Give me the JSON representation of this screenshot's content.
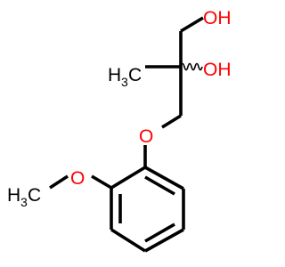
{
  "molecule": {
    "atoms": {
      "oh_top": "OH",
      "oh_mid": "OH",
      "ether_o": "O",
      "methoxy_o": "O",
      "methyl_top_h": "H",
      "methyl_top_sub": "3",
      "methyl_top_c": "C",
      "methyl_bottom_h": "H",
      "methyl_bottom_sub": "3",
      "methyl_bottom_c": "C"
    },
    "colors": {
      "bond": "#000000",
      "oxygen": "#ff0000",
      "carbon": "#000000"
    },
    "stereo_bond": "wavy"
  }
}
